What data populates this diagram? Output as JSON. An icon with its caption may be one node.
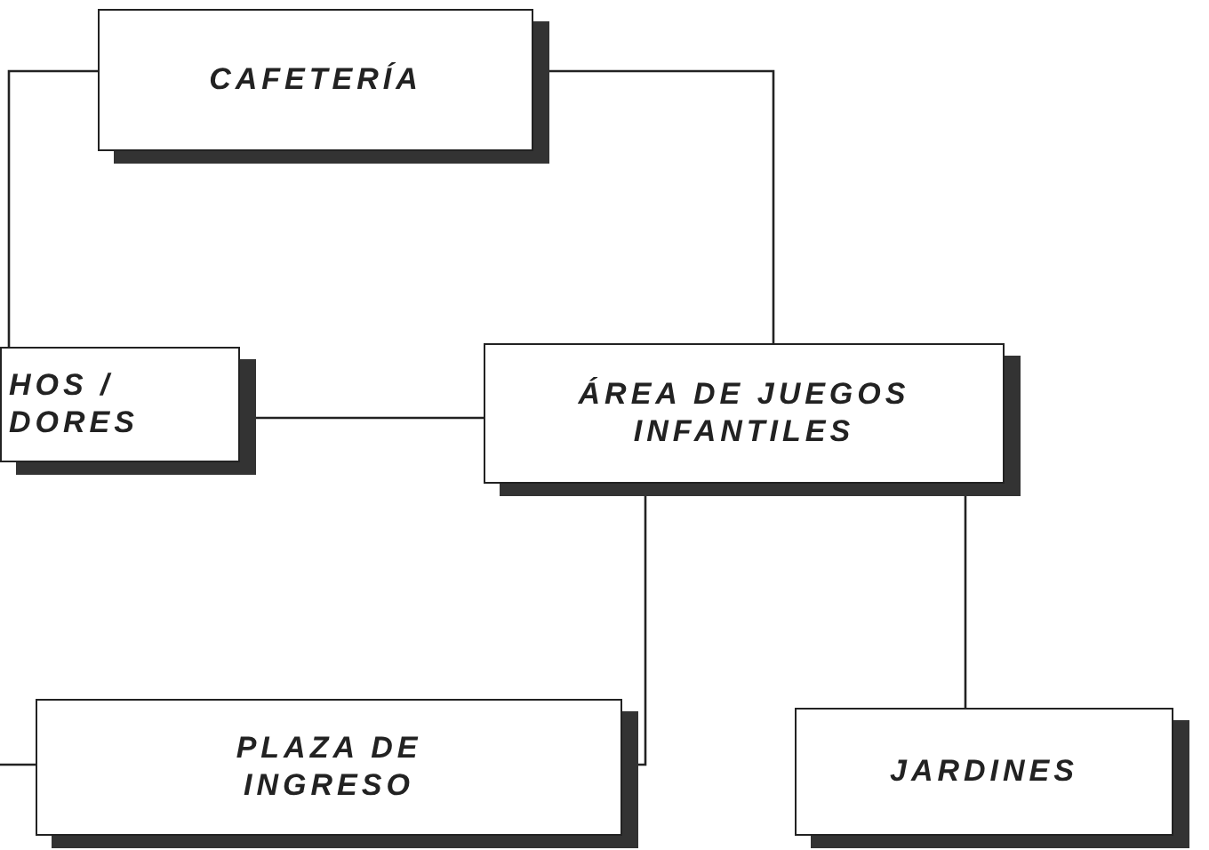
{
  "diagram": {
    "nodes": [
      {
        "text": [
          "CAFETERÍA"
        ]
      },
      {
        "text": [
          "HOS / DORES"
        ]
      },
      {
        "text": [
          "ÁREA DE JUEGOS INFANTILES"
        ]
      },
      {
        "text": [
          "PLAZA DE INGRESO"
        ]
      },
      {
        "text": [
          "JARDINES"
        ]
      }
    ],
    "edges": [
      {
        "from": 0,
        "to": 1,
        "arrow": "none"
      },
      {
        "from": 0,
        "to": 2,
        "arrow": "none"
      },
      {
        "from": 1,
        "to": 2,
        "arrow": "none"
      },
      {
        "from": 2,
        "to": 3,
        "arrow": "none"
      },
      {
        "from": 2,
        "to": 4,
        "arrow": "none"
      },
      {
        "from": 3,
        "to": null,
        "arrow": "none"
      }
    ]
  }
}
